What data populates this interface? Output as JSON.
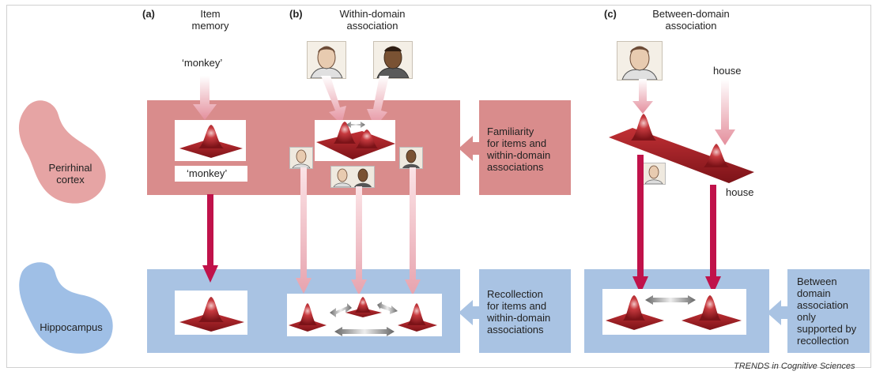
{
  "panels": {
    "a": {
      "letter": "(a)",
      "title_line1": "Item",
      "title_line2": "memory"
    },
    "b": {
      "letter": "(b)",
      "title_line1": "Within-domain",
      "title_line2": "association"
    },
    "c": {
      "letter": "(c)",
      "title_line1": "Between-domain",
      "title_line2": "association"
    }
  },
  "item_word_top": "‘monkey’",
  "item_word_box": "‘monkey’",
  "house_top": "house",
  "house_side": "house",
  "brain": {
    "perirhinal_line1": "Perirhinal",
    "perirhinal_line2": "cortex",
    "hippocampus": "Hippocampus"
  },
  "perirhinal_side": {
    "line1": "Familiarity",
    "line2": "for items and",
    "line3": "within-domain",
    "line4": "associations"
  },
  "hippocampus_side": {
    "line1": "Recollection",
    "line2": "for items and",
    "line3": "within-domain",
    "line4": "associations"
  },
  "between_side": {
    "line1": "Between",
    "line2": "domain",
    "line3": "association",
    "line4": "only",
    "line5": "supported by",
    "line6": "recollection"
  },
  "credit": "TRENDS in Cognitive Sciences",
  "colors": {
    "perirhinal_region": "#d98c8c",
    "hippocampus_region": "#a9c3e3",
    "peak_red": "#b3262d",
    "arrow_crimson": "#c0124a"
  }
}
